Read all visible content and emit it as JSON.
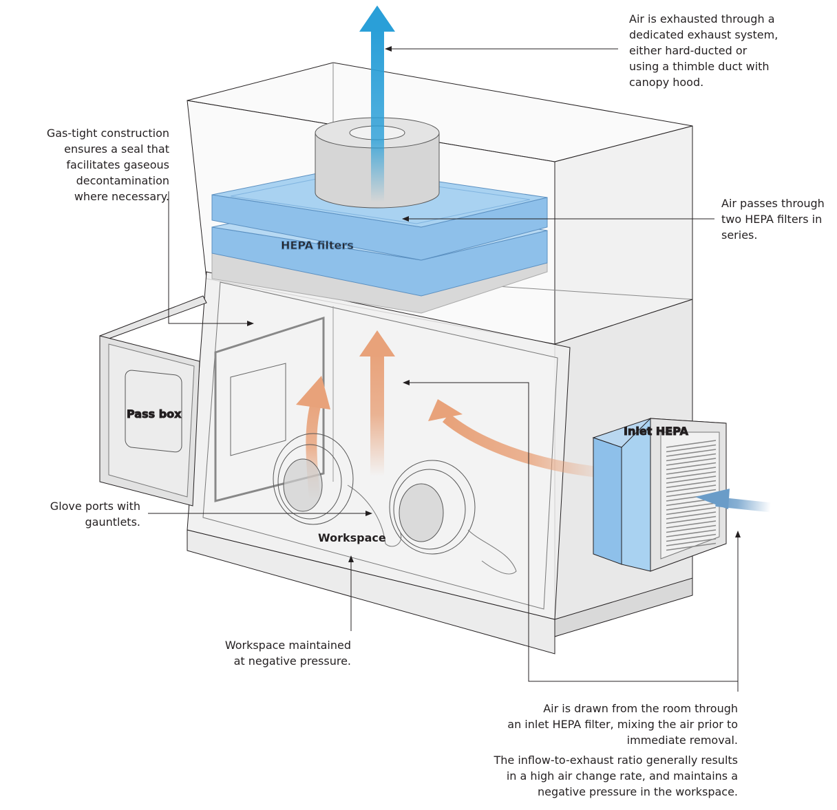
{
  "labels": {
    "hepa_filters": "HEPA filters",
    "pass_box": "Pass box",
    "inlet_hepa": "Inlet HEPA",
    "workspace": "Workspace"
  },
  "annotations": {
    "exhaust": [
      "Air is exhausted through a",
      "dedicated exhaust system,",
      "either hard-ducted or",
      "using a thimble duct with",
      "canopy hood."
    ],
    "gas_tight": [
      "Gas-tight construction",
      "ensures a seal that",
      "facilitates gaseous",
      "decontamination",
      "where necessary."
    ],
    "hepa_series": [
      "Air passes through",
      "two HEPA filters in",
      "series."
    ],
    "glove_ports": [
      "Glove ports with",
      "gauntlets."
    ],
    "negative_pressure": [
      "Workspace maintained",
      "at negative pressure."
    ],
    "inlet": [
      "Air is drawn from the room through",
      "an inlet HEPA filter, mixing the air prior to",
      "immediate removal."
    ],
    "ratio": [
      "The inflow-to-exhaust ratio generally results",
      "in a high air change rate, and maintains a",
      "negative pressure in the workspace."
    ]
  },
  "colors": {
    "exhaust_arrow": "#2a9fd8",
    "airflow_arrow": "#e8a27a",
    "inlet_arrow": "#6a9cc8",
    "hepa_blue": "#9ccbee",
    "cabinet_gray": "#e2e2e2"
  }
}
